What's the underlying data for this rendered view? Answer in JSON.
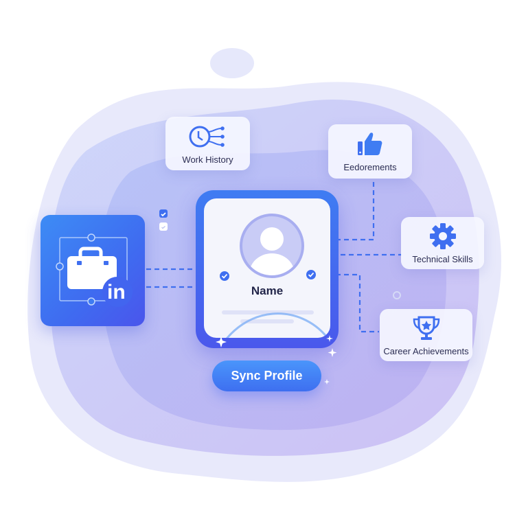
{
  "source": {
    "label": "in",
    "icon": "briefcase-icon"
  },
  "profile": {
    "name": "Name",
    "avatar_icon": "user-avatar-icon"
  },
  "action": {
    "label": "Sync Profile"
  },
  "cards": {
    "work_history": {
      "label": "Work History",
      "icon": "clock-icon"
    },
    "endorsements": {
      "label": "Eedorements",
      "icon": "thumbs-up-icon"
    },
    "technical_skills": {
      "label": "Technical Skills",
      "icon": "gear-icon"
    },
    "career_achievements": {
      "label": "Career Achievements",
      "icon": "trophy-icon"
    }
  },
  "colors": {
    "primary": "#3f6ff0",
    "accent": "#4a55ec",
    "blob": "#b9bff5",
    "text": "#2b2d52"
  }
}
